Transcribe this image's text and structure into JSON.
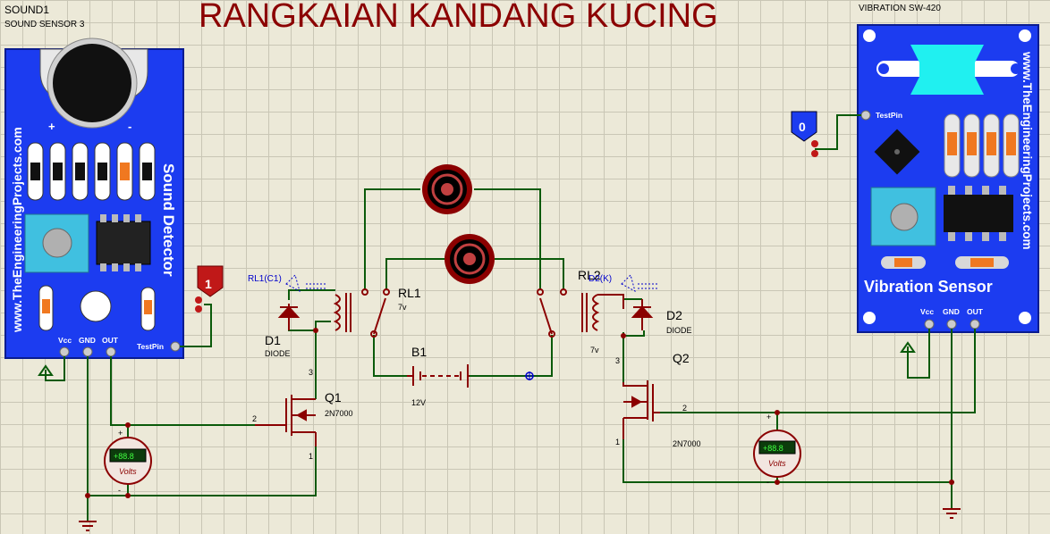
{
  "title": "RANGKAIAN KANDANG KUCING",
  "sound_sensor": {
    "ref": "SOUND1",
    "part": "SOUND SENSOR 3",
    "board_title": "Sound Detector",
    "website": "www.TheEngineeringProjects.com",
    "pins": [
      "Vcc",
      "GND",
      "OUT"
    ],
    "testpin": "TestPin",
    "mic_plus": "+",
    "mic_minus": "-",
    "logic_probe_value": "1"
  },
  "vibration_sensor": {
    "part": "VIBRATION SW-420",
    "board_title": "Vibration Sensor",
    "website": "www.TheEngineeringProjects.com",
    "pins": [
      "Vcc",
      "GND",
      "OUT"
    ],
    "testpin": "TestPin",
    "logic_probe_value": "0"
  },
  "relay1": {
    "ref": "RL1",
    "coil_label": "RL1(C1)",
    "value": "7v"
  },
  "relay2": {
    "ref": "RL2",
    "coil_label": "D2(K)",
    "value": "7v"
  },
  "diode1": {
    "ref": "D1",
    "part": "DIODE"
  },
  "diode2": {
    "ref": "D2",
    "part": "DIODE"
  },
  "transistor1": {
    "ref": "Q1",
    "part": "2N7000",
    "pins": [
      "3",
      "2",
      "1"
    ]
  },
  "transistor2": {
    "ref": "Q2",
    "part": "2N7000",
    "pins": [
      "3",
      "2",
      "1"
    ]
  },
  "battery": {
    "ref": "B1",
    "value": "12V"
  },
  "voltmeter1": {
    "display": "+88.8",
    "unit": "Volts",
    "plus": "+",
    "minus": "-"
  },
  "voltmeter2": {
    "display": "+88.8",
    "unit": "Volts",
    "plus": "+",
    "minus": "-"
  },
  "colors": {
    "wire": "#0a5a0a",
    "component": "#8b0000",
    "board": "#1c3cf0",
    "background": "#ece9d8"
  }
}
